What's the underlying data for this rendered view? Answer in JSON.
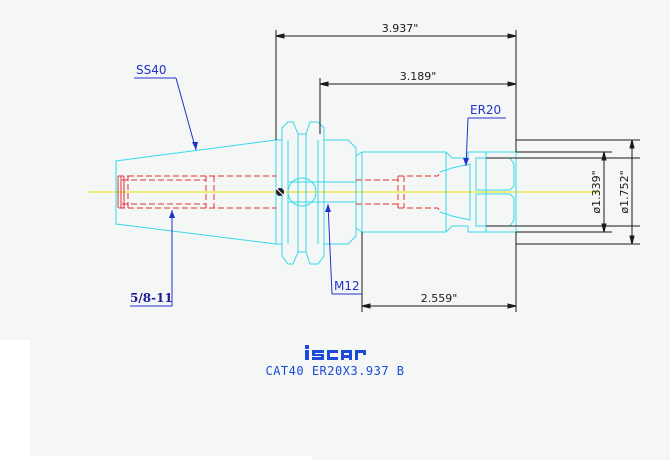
{
  "drawing": {
    "dimensions": {
      "overall_length": "3.937\"",
      "collet_length": "3.189\"",
      "gauge_length": "2.559\"",
      "inner_diameter": "ø1.339\"",
      "outer_diameter": "ø1.752\""
    },
    "callouts": {
      "taper": "SS40",
      "collet": "ER20",
      "screw": "M12",
      "thread": "5/8-11"
    }
  },
  "title_block": {
    "brand_logo": "iscar",
    "part_number": "CAT40 ER20X3.937 B"
  },
  "colors": {
    "background": "#f5f7f7",
    "outline": "#38d8e8",
    "hidden_red": "#e03030",
    "centerline": "#e8e000",
    "dimension": "#1a1a1a",
    "callout": "#2233cc",
    "brand": "#1b4bd6"
  }
}
